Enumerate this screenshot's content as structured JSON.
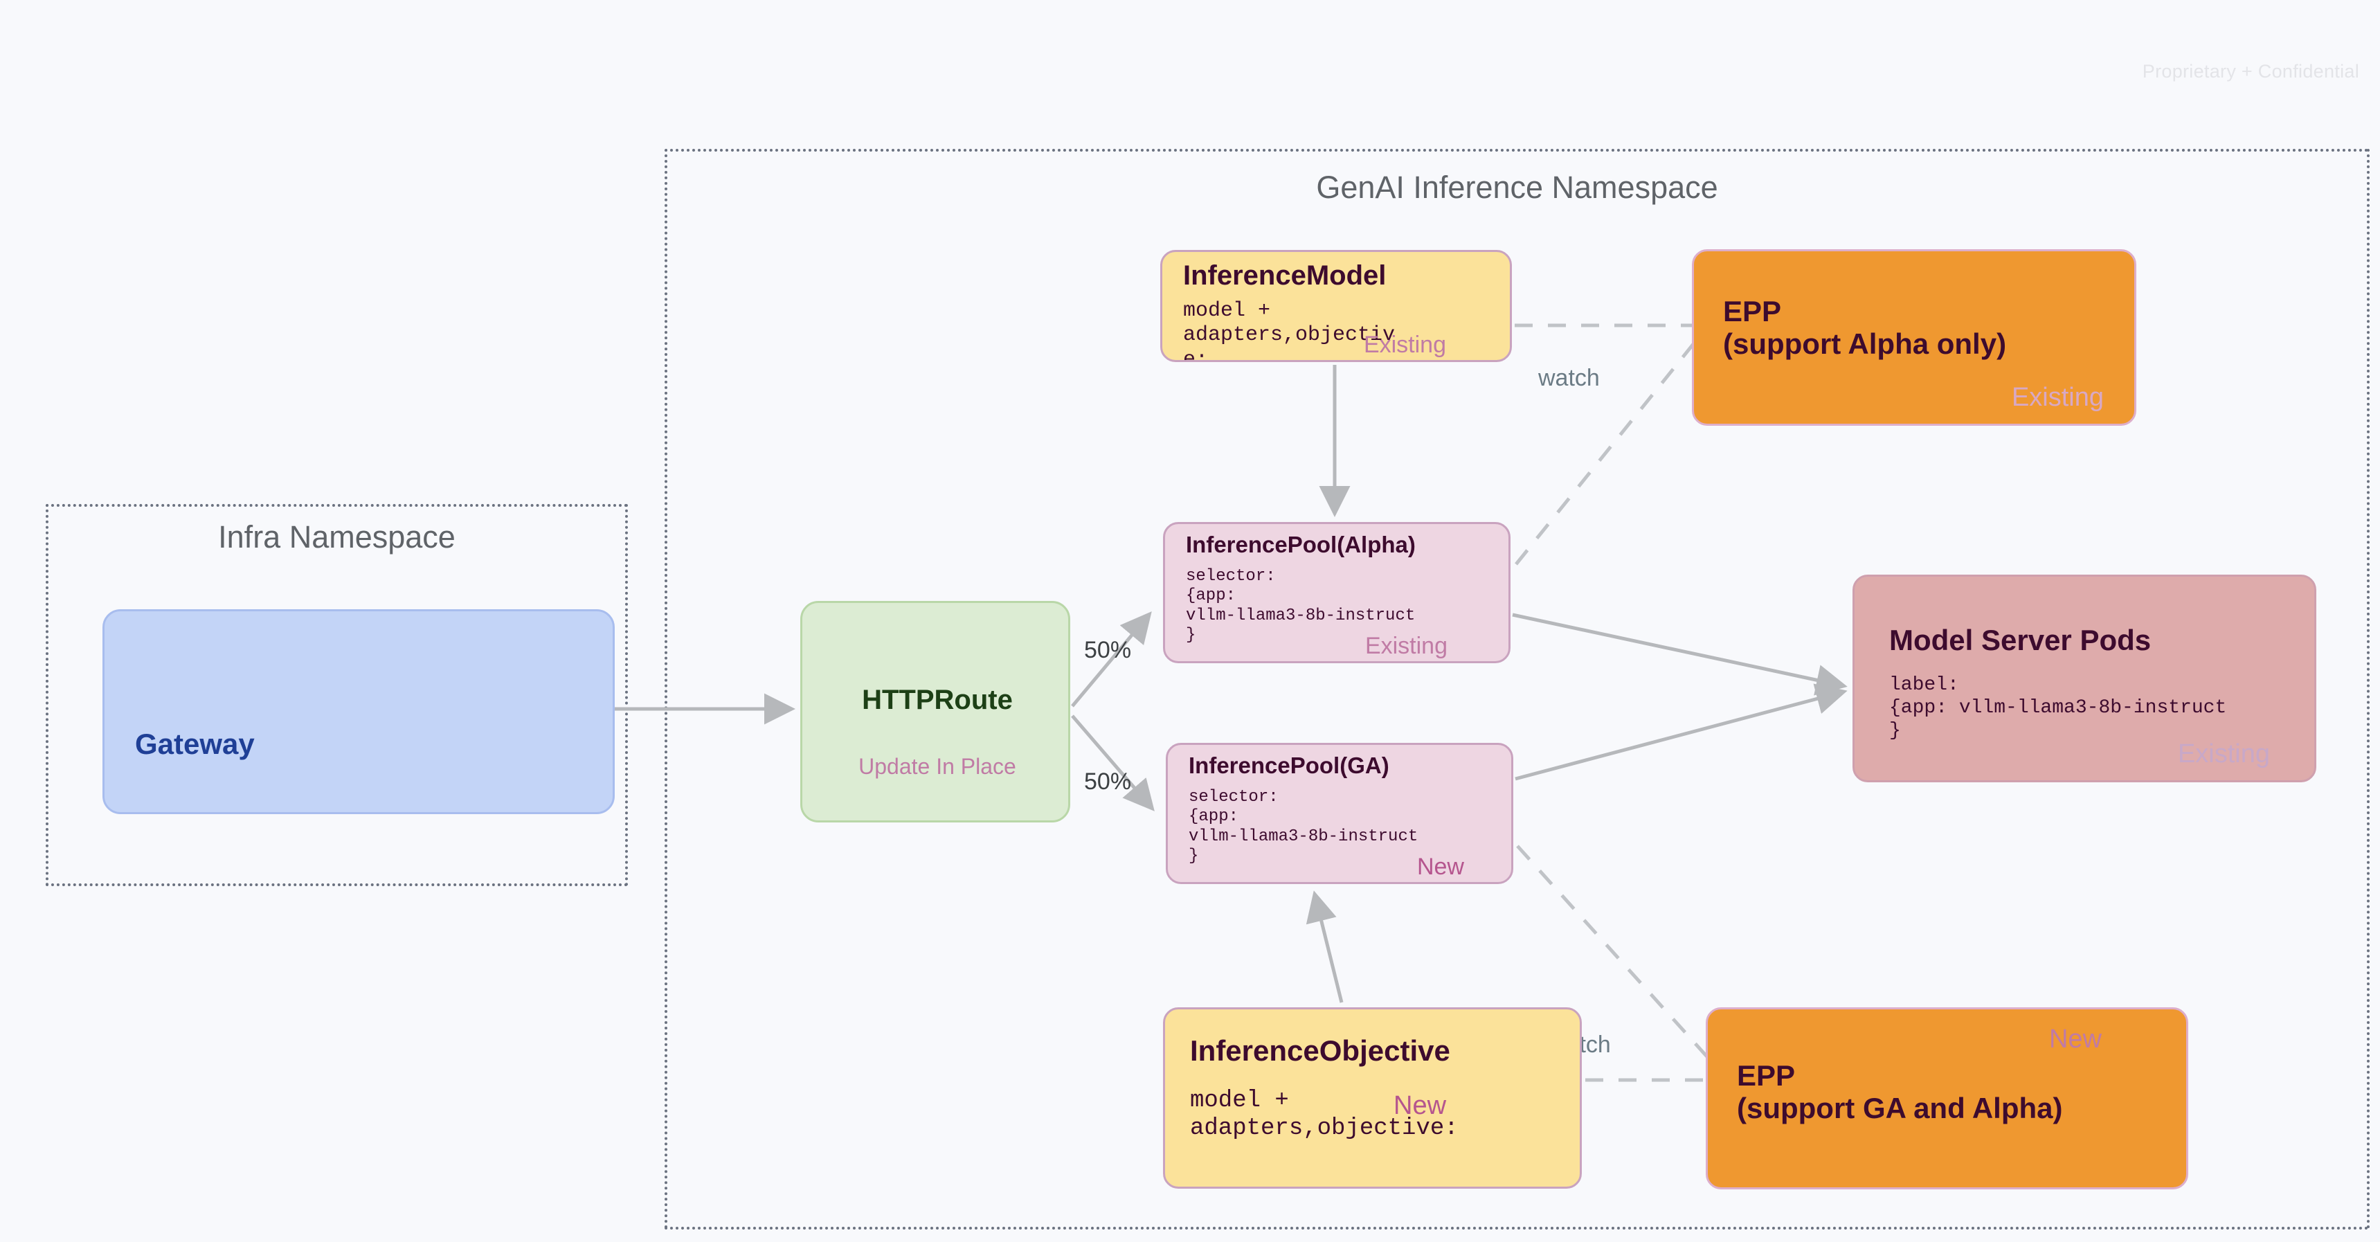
{
  "page": {
    "confidential_notice": "Proprietary + Confidential"
  },
  "namespaces": [
    {
      "id": "infra",
      "title": "Infra Namespace"
    },
    {
      "id": "genai",
      "title": "GenAI Inference Namespace"
    }
  ],
  "nodes": {
    "gateway": {
      "title": "Gateway"
    },
    "httproute": {
      "title": "HTTPRoute",
      "tag": "Update In Place"
    },
    "inference_model": {
      "title": "InferenceModel",
      "body": "model +\nadapters,objectiv\ne:",
      "tag": "Existing"
    },
    "inference_pool_alpha": {
      "title": "InferencePool(Alpha)",
      "body": "selector:\n{app:\nvllm-llama3-8b-instruct\n}",
      "tag": "Existing"
    },
    "inference_pool_ga": {
      "title": "InferencePool(GA)",
      "body": "selector:\n{app:\nvllm-llama3-8b-instruct\n}",
      "tag": "New"
    },
    "inference_objective": {
      "title": "InferenceObjective",
      "body": "model +\nadapters,objective:",
      "tag": "New"
    },
    "epp_alpha": {
      "title": "EPP\n(support Alpha only)",
      "tag": "Existing"
    },
    "epp_ga": {
      "title": "EPP\n(support GA and Alpha)",
      "tag": "New"
    },
    "model_server_pods": {
      "title": "Model Server Pods",
      "body": "label:\n{app: vllm-llama3-8b-instruct\n}",
      "tag": "Existing"
    }
  },
  "edges": {
    "split_top": "50%",
    "split_bottom": "50%",
    "watch_top": "watch",
    "watch_bottom": "watch"
  },
  "colors": {
    "background": "#f8f9fc",
    "gateway_fill": "#c3d4f7",
    "gateway_text": "#1f3f96",
    "httproute_fill": "#dcecd3",
    "httproute_text": "#1d4016",
    "yellow_fill": "#fbe29a",
    "pink_fill": "#eed6e2",
    "orange_fill": "#ef9830",
    "pods_fill": "#deabab",
    "tag_text": "#c07ba5",
    "node_border": "#c9a3bf",
    "edge_stroke": "#b6b8bb",
    "namespace_border": "#6b7280",
    "namespace_title": "#5f6368"
  }
}
